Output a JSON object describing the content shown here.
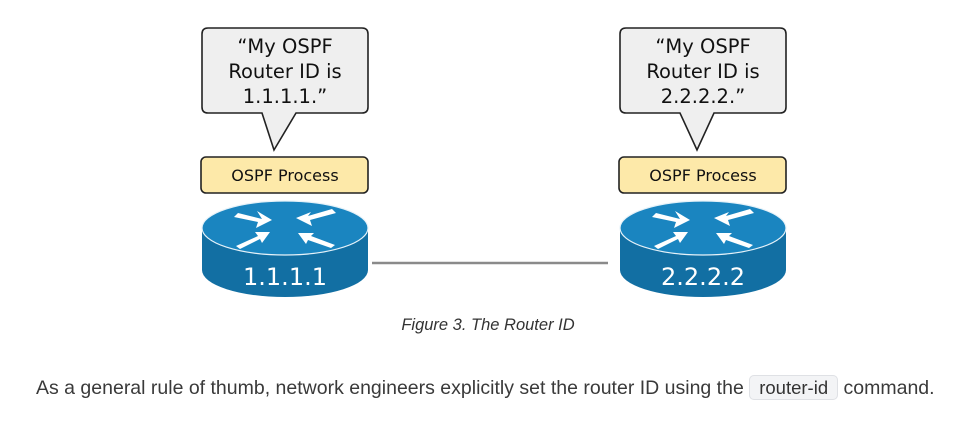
{
  "diagram": {
    "left_router": {
      "bubble_lines": [
        "“My OSPF",
        "Router ID is",
        "1.1.1.1.”"
      ],
      "process_label": "OSPF Process",
      "router_label": "1.1.1.1"
    },
    "right_router": {
      "bubble_lines": [
        "“My OSPF",
        "Router ID is",
        "2.2.2.2.”"
      ],
      "process_label": "OSPF Process",
      "router_label": "2.2.2.2"
    },
    "colors": {
      "router_top": "#1a85c0",
      "router_side": "#126fa3",
      "process_fill": "#fde9a9",
      "bubble_fill": "#efefef",
      "link": "#8a8a8a"
    }
  },
  "caption": "Figure 3. The Router ID",
  "paragraph": {
    "text_before": "As a general rule of thumb, network engineers explicitly set the router ID using the ",
    "code": "router-id",
    "text_after": " command."
  }
}
